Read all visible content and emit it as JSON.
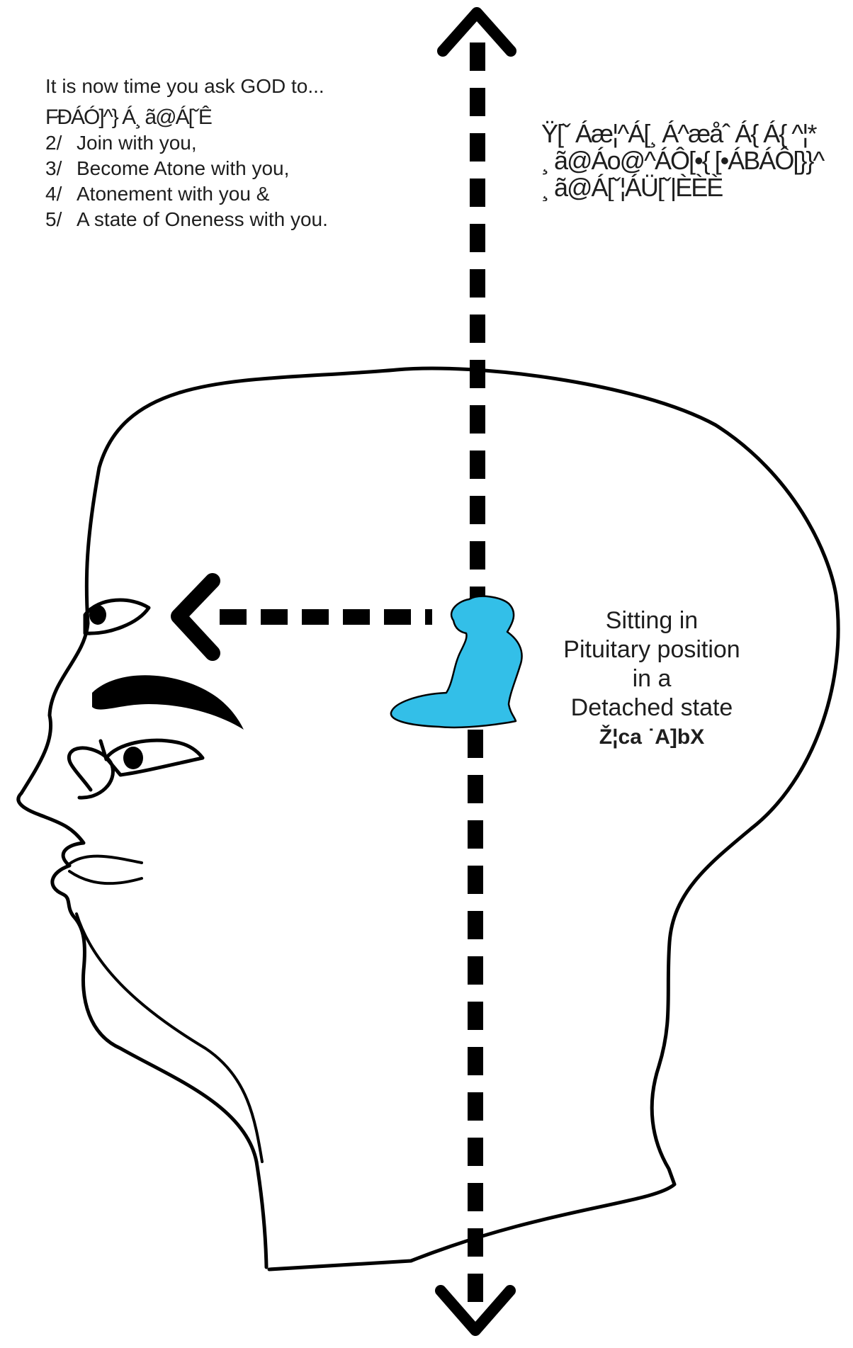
{
  "left_text": {
    "intro": "It is now time you ask GOD to...",
    "items": [
      {
        "num": "",
        "text": "FÐÁÓ]^} Á¸ ã@Á[ˇÊ"
      },
      {
        "num": "2/",
        "text": "Join with you,"
      },
      {
        "num": "3/",
        "text": "Become Atone with you,"
      },
      {
        "num": "4/",
        "text": "Atonement with you &"
      },
      {
        "num": "5/",
        "text": "A state of Oneness with you."
      }
    ]
  },
  "right_text": {
    "lines": [
      "Ÿ[ˇ Áæ¦^Á[¸ Á^æåˆ Á{ Á{ ^¦*",
      "¸ ã@Áo@^ÁÔ[•{ [•ÁBÁÔ[}}^",
      "¸ ã@Á[ˇ¦ÁÜ[ˇ|ÈÈÈ"
    ]
  },
  "figure_label": {
    "lines": [
      "Sitting in",
      "Pituitary position",
      "in a",
      "Detached state"
    ],
    "garbled": "Ž¦ca ˙A]bX"
  },
  "colors": {
    "figure_fill": "#33bfe8",
    "stroke": "#000000",
    "background": "#ffffff"
  }
}
